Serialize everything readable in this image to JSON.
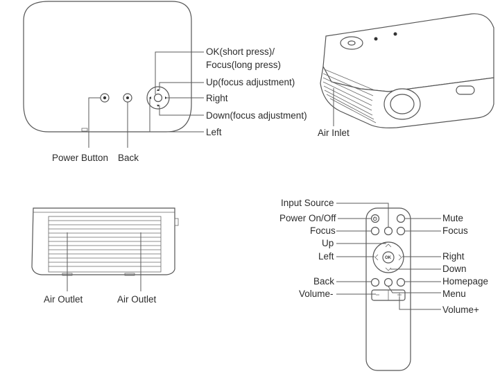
{
  "top_left": {
    "power_button": "Power Button",
    "back": "Back",
    "ok": "OK(short press)/",
    "focus_long": "Focus(long press)",
    "up": "Up(focus adjustment)",
    "right": "Right",
    "down": "Down(focus adjustment)",
    "left": "Left"
  },
  "top_right": {
    "air_inlet": "Air Inlet"
  },
  "bottom_left": {
    "air_outlet_1": "Air Outlet",
    "air_outlet_2": "Air Outlet"
  },
  "remote": {
    "input_source": "Input Source",
    "power": "Power On/Off",
    "focus_left": "Focus",
    "up": "Up",
    "left": "Left",
    "back": "Back",
    "volume_minus": "Volume-",
    "mute": "Mute",
    "focus_right": "Focus",
    "right": "Right",
    "down": "Down",
    "homepage": "Homepage",
    "menu": "Menu",
    "volume_plus": "Volume+",
    "ok_key": "OK"
  }
}
